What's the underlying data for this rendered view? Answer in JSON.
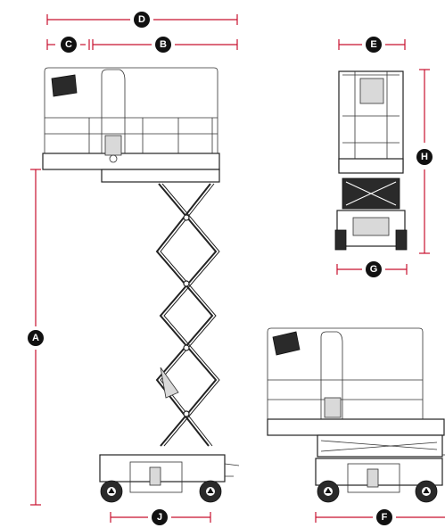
{
  "dimension_labels": {
    "A": "A",
    "B": "B",
    "C": "C",
    "D": "D",
    "E": "E",
    "F": "F",
    "G": "G",
    "H": "H",
    "J": "J"
  },
  "colors": {
    "dimension_line": "#c8102e",
    "label_badge": "#111111",
    "machine_outline": "#222222"
  }
}
